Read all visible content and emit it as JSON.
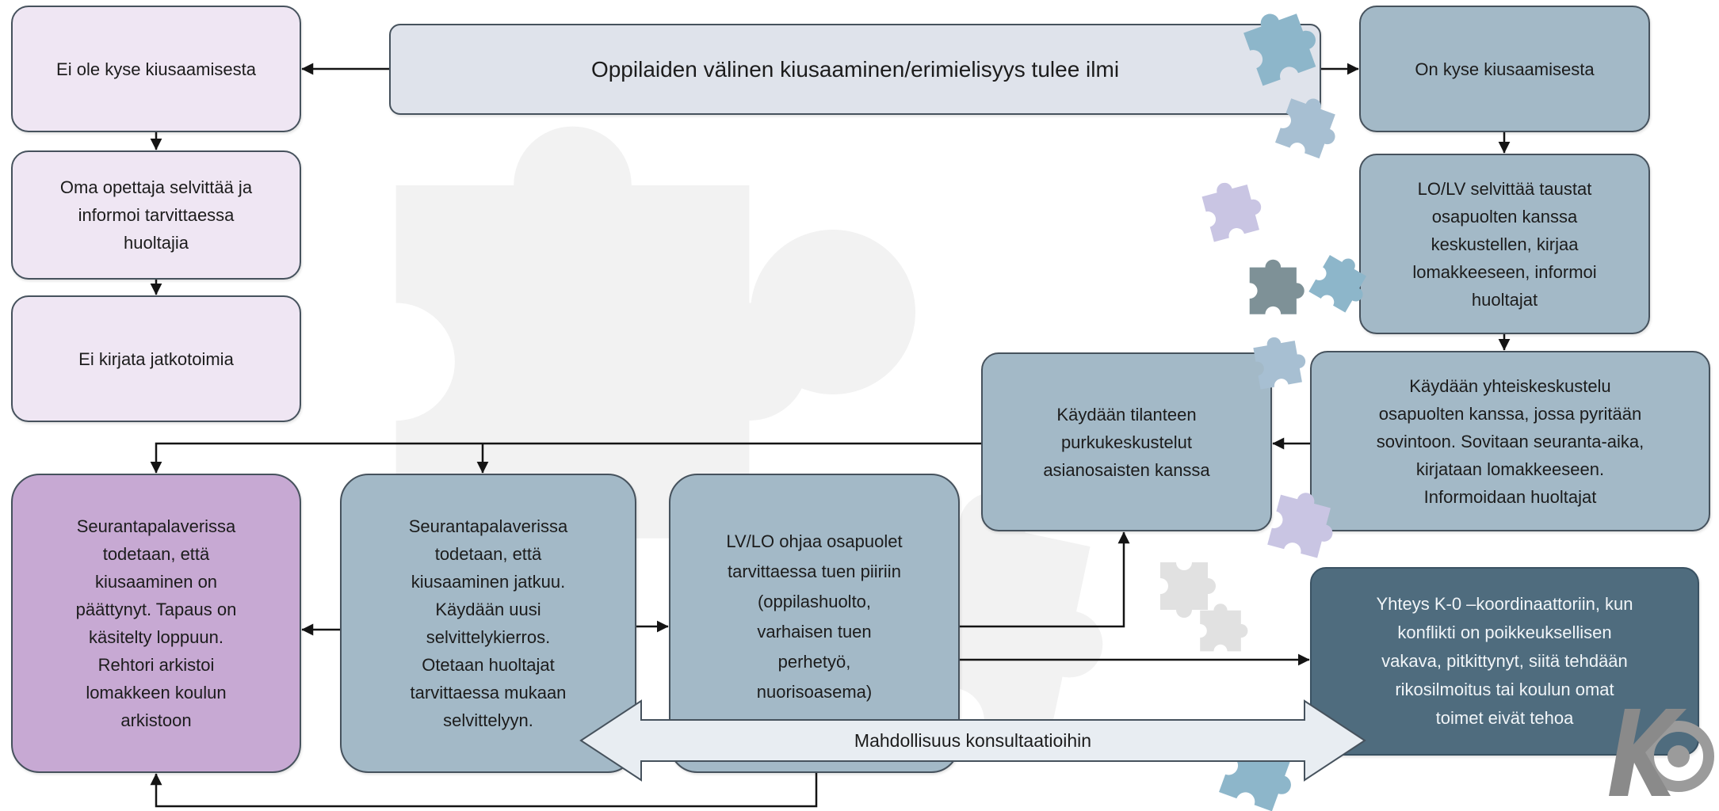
{
  "flowchart": {
    "start": "Oppilaiden välinen kiusaaminen/erimielisyys tulee ilmi",
    "not_bullying": "Ei ole kyse kiusaamisesta",
    "teacher_investigates": "Oma opettaja selvittää ja\ninformoi tarvittaessa\nhuoltajia",
    "no_follow_up": "Ei kirjata jatkotoimia",
    "is_bullying": "On kyse kiusaamisesta",
    "lo_lv_investigates": "LO/LV selvittää taustat\nosapuolten kanssa\nkeskustellen, kirjaa\nlomakkeeseen, informoi\nhuoltajat",
    "joint_discussion": "Käydään yhteiskeskustelu\nosapuolten kanssa, jossa pyritään\nsovintoon. Sovitaan seuranta-aika,\nkirjataan lomakkeeseen.\nInformoidaan huoltajat",
    "debrief_discussions": "Käydään tilanteen\npurkukeskustelut\nasianosaisten kanssa",
    "follow_up_ended": "Seurantapalaverissa\ntodetaan, että\nkiusaaminen on\npäättynyt. Tapaus on\nkäsitelty loppuun.\nRehtori arkistoi\nlomakkeen koulun\narkistoon",
    "follow_up_continues": "Seurantapalaverissa\ntodetaan, että\nkiusaaminen jatkuu.\nKäydään uusi\nselvittelykierros.\nOtetaan huoltajat\ntarvittaessa mukaan\nselvittelyyn.",
    "support_referral": "LV/LO ohjaa osapuolet\ntarvittaessa tuen piiriin\n(oppilashuolto,\nvarhaisen tuen\nperhetyö,\nnuorisoasema)",
    "k0_coordinator": "Yhteys K-0 –koordinaattoriin, kun\nkonflikti on poikkeuksellisen\nvakava, pitkittynyt, siitä tehdään\nrikosilmoitus tai koulun omat\ntoimet eivät tehoa",
    "consultation": "Mahdollisuus konsultaatioihin"
  },
  "icons": {
    "decoration": "puzzle-piece-icon",
    "logo": "ko-logo-icon"
  },
  "colors": {
    "lavender": "#efe6f3",
    "steel": "#a3b9c7",
    "purple": "#c7a9d3",
    "pale": "#dfe3eb",
    "dark": "#4f6c7e",
    "dark_text": "#f1f5f8",
    "border": "#46525d",
    "arrow": "#141414",
    "consult": "#e8edf2"
  }
}
